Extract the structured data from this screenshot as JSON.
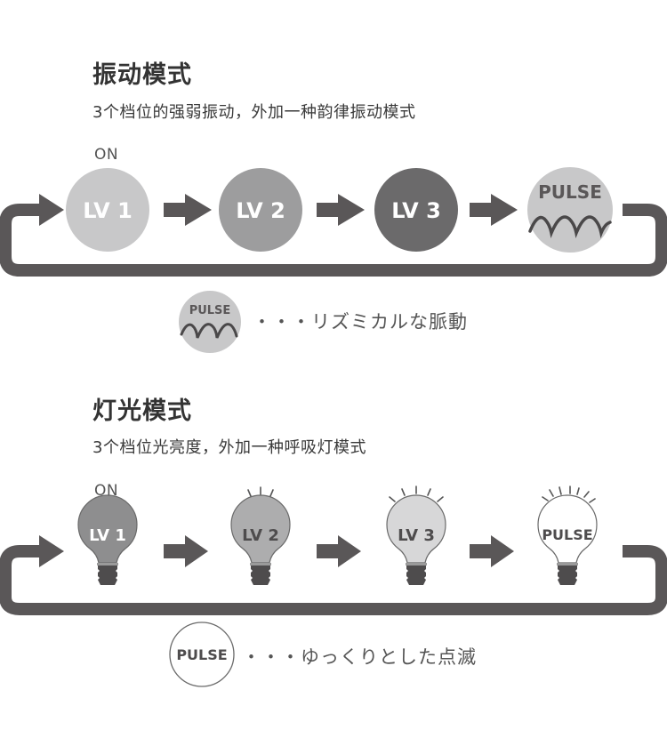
{
  "vibration": {
    "title": "振动模式",
    "subtitle": "3个档位的强弱振动，外加一种韵律振动模式",
    "on_label": "ON",
    "steps": [
      {
        "label": "LV 1",
        "fill": "#c8c8c9"
      },
      {
        "label": "LV 2",
        "fill": "#9d9d9e"
      },
      {
        "label": "LV 3",
        "fill": "#6b6a6b"
      },
      {
        "label": "PULSE",
        "fill": "#c8c8c9"
      }
    ],
    "legend": {
      "icon_label": "PULSE",
      "text": "・・・リズミカルな脈動"
    }
  },
  "light": {
    "title": "灯光模式",
    "subtitle": "3个档位光亮度，外加一种呼吸灯模式",
    "on_label": "ON",
    "steps": [
      {
        "label": "LV 1",
        "fill": "#8e8e8f"
      },
      {
        "label": "LV 2",
        "fill": "#adadae"
      },
      {
        "label": "LV 3",
        "fill": "#d7d7d8"
      },
      {
        "label": "PULSE",
        "fill": "#ffffff"
      }
    ],
    "legend": {
      "icon_label": "PULSE",
      "text": "・・・ゆっくりとした点滅"
    }
  },
  "colors": {
    "arrow": "#5a5758",
    "text_dark": "#333333"
  }
}
